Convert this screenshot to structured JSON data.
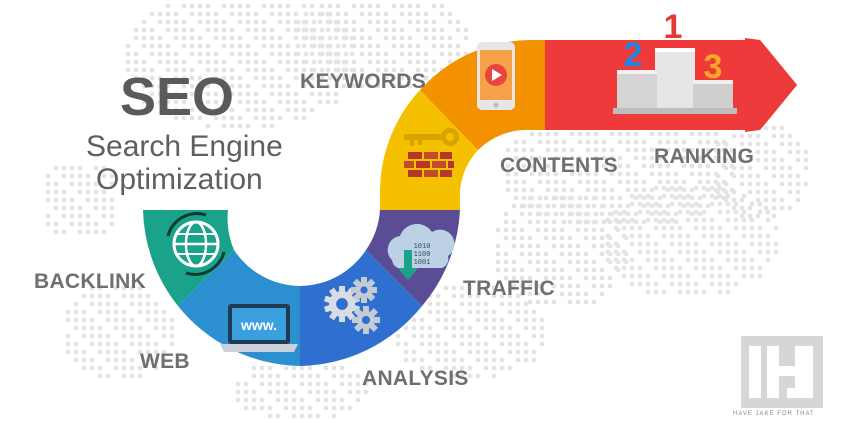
{
  "title": {
    "main": "SEO",
    "line1": "Search Engine",
    "line2": "Optimization"
  },
  "steps": [
    {
      "label": "BACKLINK",
      "color": "#1aa38a",
      "icon": "globe-icon"
    },
    {
      "label": "WEB",
      "color": "#2b8fd0",
      "icon": "laptop-icon",
      "screen_text": "www."
    },
    {
      "label": "ANALYSIS",
      "color": "#2f6fd0",
      "icon": "gears-icon"
    },
    {
      "label": "TRAFFIC",
      "color": "#5b4c96",
      "icon": "cloud-download-icon",
      "cloud_text": [
        "1010",
        "1100",
        "1001"
      ]
    },
    {
      "label": "CONTENTS",
      "color": "#f5c000",
      "icon": "key-wall-icon"
    },
    {
      "label": "KEYWORDS",
      "color": "#f39200",
      "icon": "smartphone-play-icon"
    },
    {
      "label": "RANKING",
      "color": "#ee3a3a",
      "icon": "podium-icon"
    }
  ],
  "podium": {
    "first": "1",
    "second": "2",
    "third": "3",
    "first_color": "#e53935",
    "second_color": "#1e88e5",
    "third_color": "#f9a825"
  },
  "logo": {
    "letters": "IHJ",
    "tagline": "HAVE JAKE FOR THAT"
  }
}
